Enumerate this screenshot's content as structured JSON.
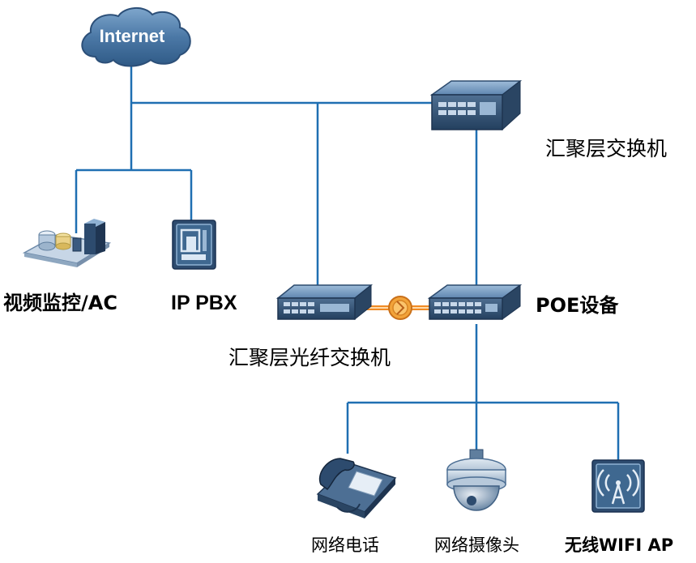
{
  "cloud": {
    "label": "Internet",
    "icon": "cloud-icon"
  },
  "nodes": {
    "core_switch": {
      "label": "汇聚层交换机",
      "icon": "switch-icon"
    },
    "video_ac": {
      "label": "视频监控/AC",
      "icon": "server-storage-icon"
    },
    "ip_pbx": {
      "label": "IP PBX",
      "icon": "pbx-icon"
    },
    "fiber_switch": {
      "label": "汇聚层光纤交换机",
      "icon": "switch-icon"
    },
    "poe": {
      "label": "POE设备",
      "icon": "poe-switch-icon"
    },
    "phone": {
      "label": "网络电话",
      "icon": "ip-phone-icon"
    },
    "camera": {
      "label": "网络摄像头",
      "icon": "dome-camera-icon"
    },
    "wifi_ap": {
      "label": "无线WIFI AP",
      "icon": "wifi-ap-icon"
    }
  },
  "colors": {
    "link": "#1f6fb2",
    "fiber": "#f08a24",
    "cloud": "#3f6f9c",
    "device_dark": "#2d4b6e",
    "device_light": "#8fb1d3"
  }
}
